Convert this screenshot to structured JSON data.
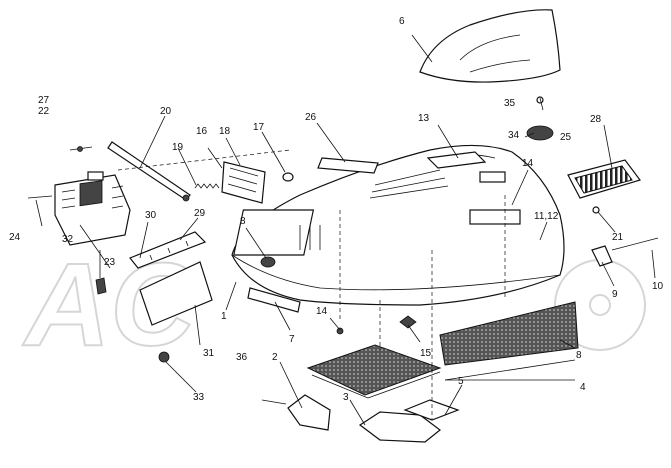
{
  "watermark": {
    "text": "AC"
  },
  "callouts": [
    {
      "id": "c1",
      "label": "1"
    },
    {
      "id": "c2",
      "label": "2"
    },
    {
      "id": "c3",
      "label": "3"
    },
    {
      "id": "c4",
      "label": "4"
    },
    {
      "id": "c5",
      "label": "5"
    },
    {
      "id": "c6",
      "label": "6"
    },
    {
      "id": "c7",
      "label": "7"
    },
    {
      "id": "c8a",
      "label": "8"
    },
    {
      "id": "c8b",
      "label": "8"
    },
    {
      "id": "c9",
      "label": "9"
    },
    {
      "id": "c10",
      "label": "10"
    },
    {
      "id": "c11",
      "label": "11,12"
    },
    {
      "id": "c13",
      "label": "13"
    },
    {
      "id": "c14a",
      "label": "14"
    },
    {
      "id": "c14b",
      "label": "14"
    },
    {
      "id": "c15",
      "label": "15"
    },
    {
      "id": "c16",
      "label": "16"
    },
    {
      "id": "c17",
      "label": "17"
    },
    {
      "id": "c18",
      "label": "18"
    },
    {
      "id": "c19",
      "label": "19"
    },
    {
      "id": "c20",
      "label": "20"
    },
    {
      "id": "c21",
      "label": "21"
    },
    {
      "id": "c22",
      "label": "22"
    },
    {
      "id": "c23",
      "label": "23"
    },
    {
      "id": "c24",
      "label": "24"
    },
    {
      "id": "c25",
      "label": "25"
    },
    {
      "id": "c26",
      "label": "26"
    },
    {
      "id": "c27",
      "label": "27"
    },
    {
      "id": "c28",
      "label": "28"
    },
    {
      "id": "c29",
      "label": "29"
    },
    {
      "id": "c30",
      "label": "30"
    },
    {
      "id": "c31",
      "label": "31"
    },
    {
      "id": "c32",
      "label": "32"
    },
    {
      "id": "c33",
      "label": "33"
    },
    {
      "id": "c34",
      "label": "34"
    },
    {
      "id": "c35",
      "label": "35"
    },
    {
      "id": "c36",
      "label": "36"
    }
  ]
}
